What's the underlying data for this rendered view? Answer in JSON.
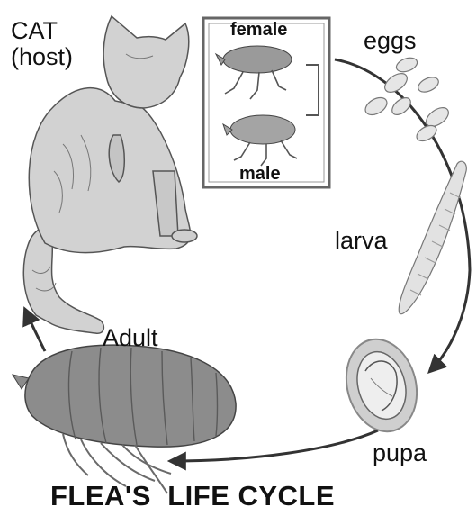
{
  "diagram": {
    "host_label": [
      "CAT",
      "(host)"
    ],
    "inset": {
      "female_label": "female",
      "male_label": "male"
    },
    "stages": {
      "eggs": "eggs",
      "larva": "larva",
      "pupa": "pupa",
      "adult": "Adult"
    },
    "title": "FLEA'S  LIFE CYCLE"
  }
}
